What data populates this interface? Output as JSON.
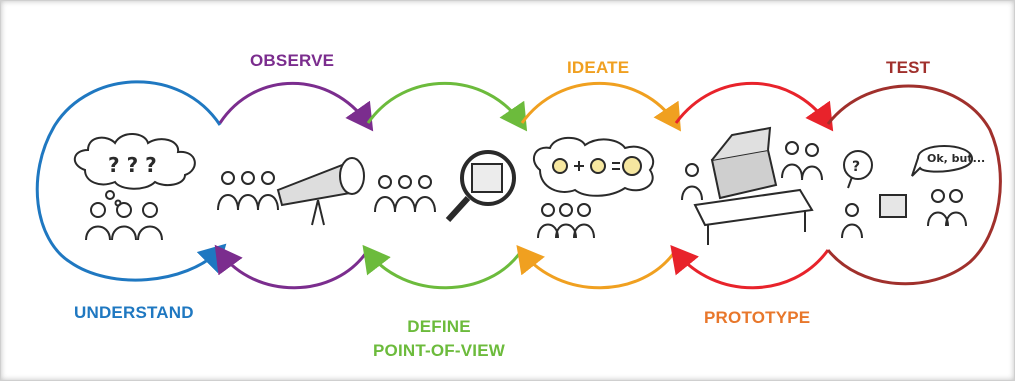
{
  "colors": {
    "understand": "#1f78c1",
    "observe": "#7b2d8e",
    "define": "#6cbb3c",
    "ideate": "#f0a020",
    "prototype": "#e8232b",
    "test": "#a0302c",
    "sketch": "#2a2a2a"
  },
  "stages": {
    "understand": {
      "label": "UNDERSTAND"
    },
    "observe": {
      "label": "OBSERVE"
    },
    "define": {
      "line1": "DEFINE",
      "line2": "POINT-OF-VIEW"
    },
    "ideate": {
      "label": "IDEATE"
    },
    "prototype": {
      "label": "PROTOTYPE"
    },
    "test": {
      "label": "TEST"
    }
  },
  "sketches": {
    "understand_bubble": "? ? ?",
    "prototype_box": "",
    "test_question": "?",
    "test_reply": "Ok, but..."
  }
}
